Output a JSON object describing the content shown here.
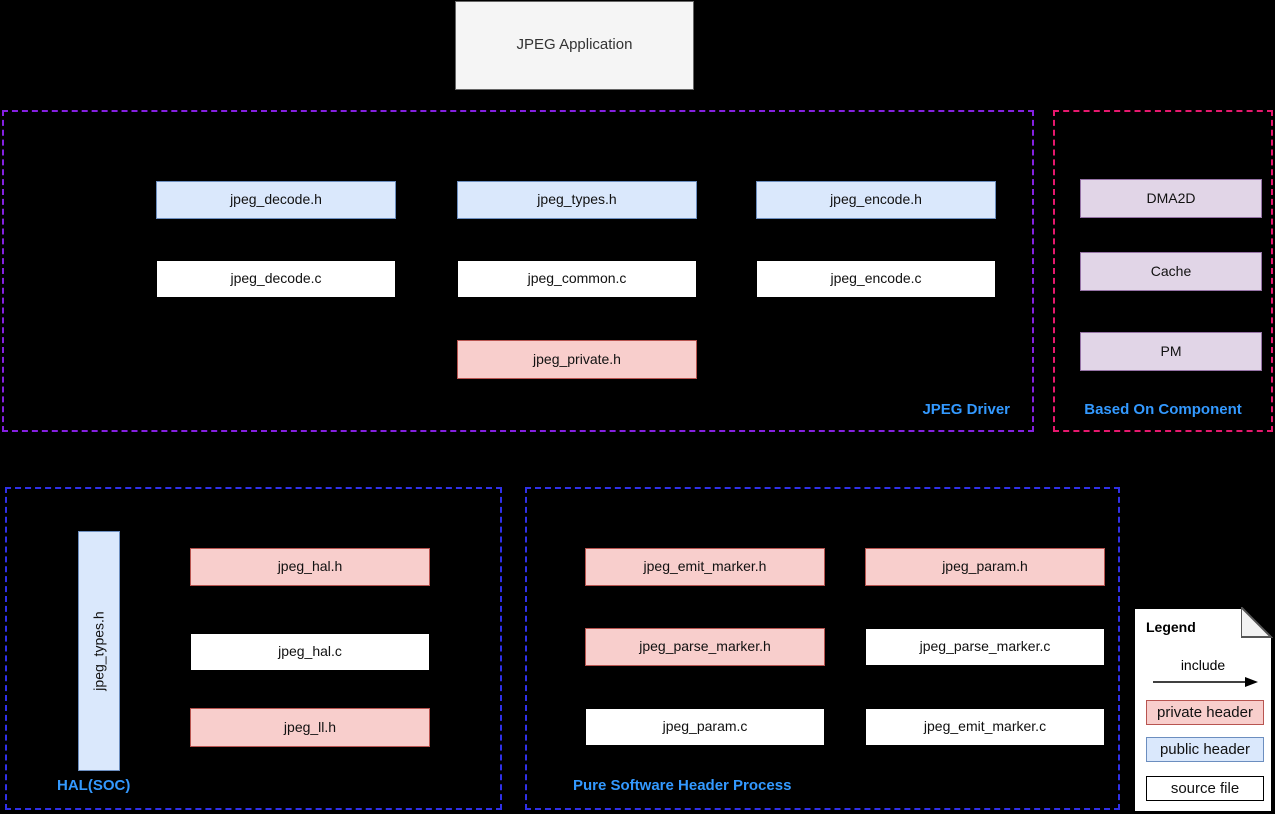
{
  "app": {
    "label": "JPEG Application"
  },
  "driver": {
    "label": "JPEG Driver",
    "boxes": [
      {
        "label": "jpeg_decode.h",
        "type": "public header"
      },
      {
        "label": "jpeg_types.h",
        "type": "public header"
      },
      {
        "label": "jpeg_encode.h",
        "type": "public header"
      },
      {
        "label": "jpeg_decode.c",
        "type": "source file"
      },
      {
        "label": "jpeg_common.c",
        "type": "source file"
      },
      {
        "label": "jpeg_encode.c",
        "type": "source file"
      },
      {
        "label": "jpeg_private.h",
        "type": "private header"
      }
    ]
  },
  "based_on": {
    "label": "Based On Component",
    "items": [
      {
        "label": "DMA2D"
      },
      {
        "label": "Cache"
      },
      {
        "label": "PM"
      }
    ]
  },
  "hal": {
    "label": "HAL(SOC)",
    "vertical_box": {
      "label": "jpeg_types.h",
      "type": "public header"
    },
    "boxes": [
      {
        "label": "jpeg_hal.h",
        "type": "private header"
      },
      {
        "label": "jpeg_hal.c",
        "type": "source file"
      },
      {
        "label": "jpeg_ll.h",
        "type": "private header"
      }
    ]
  },
  "pure": {
    "label": "Pure Software Header Process",
    "left_column": [
      {
        "label": "jpeg_emit_marker.h",
        "type": "private header"
      },
      {
        "label": "jpeg_parse_marker.h",
        "type": "private header"
      },
      {
        "label": "jpeg_param.c",
        "type": "source file"
      }
    ],
    "right_column": [
      {
        "label": "jpeg_param.h",
        "type": "private header"
      },
      {
        "label": "jpeg_parse_marker.c",
        "type": "source file"
      },
      {
        "label": "jpeg_emit_marker.c",
        "type": "source file"
      }
    ]
  },
  "legend": {
    "title": "Legend",
    "include_label": "include",
    "entries": [
      {
        "label": "private header"
      },
      {
        "label": "public header"
      },
      {
        "label": "source file"
      }
    ]
  },
  "colors": {
    "background": "#000000",
    "public_header_fill": "#dae8fc",
    "public_header_border": "#6c8ebf",
    "private_header_fill": "#f8cecc",
    "private_header_border": "#b85450",
    "source_file_fill": "#ffffff",
    "source_file_border": "#000000",
    "component_fill": "#e1d5e7",
    "component_border": "#9673a6",
    "driver_region_border": "#8520e0",
    "based_on_region_border": "#e6186e",
    "software_region_border": "#3030e8",
    "region_label_text": "#3399ff",
    "app_box_fill": "#f5f5f5"
  }
}
